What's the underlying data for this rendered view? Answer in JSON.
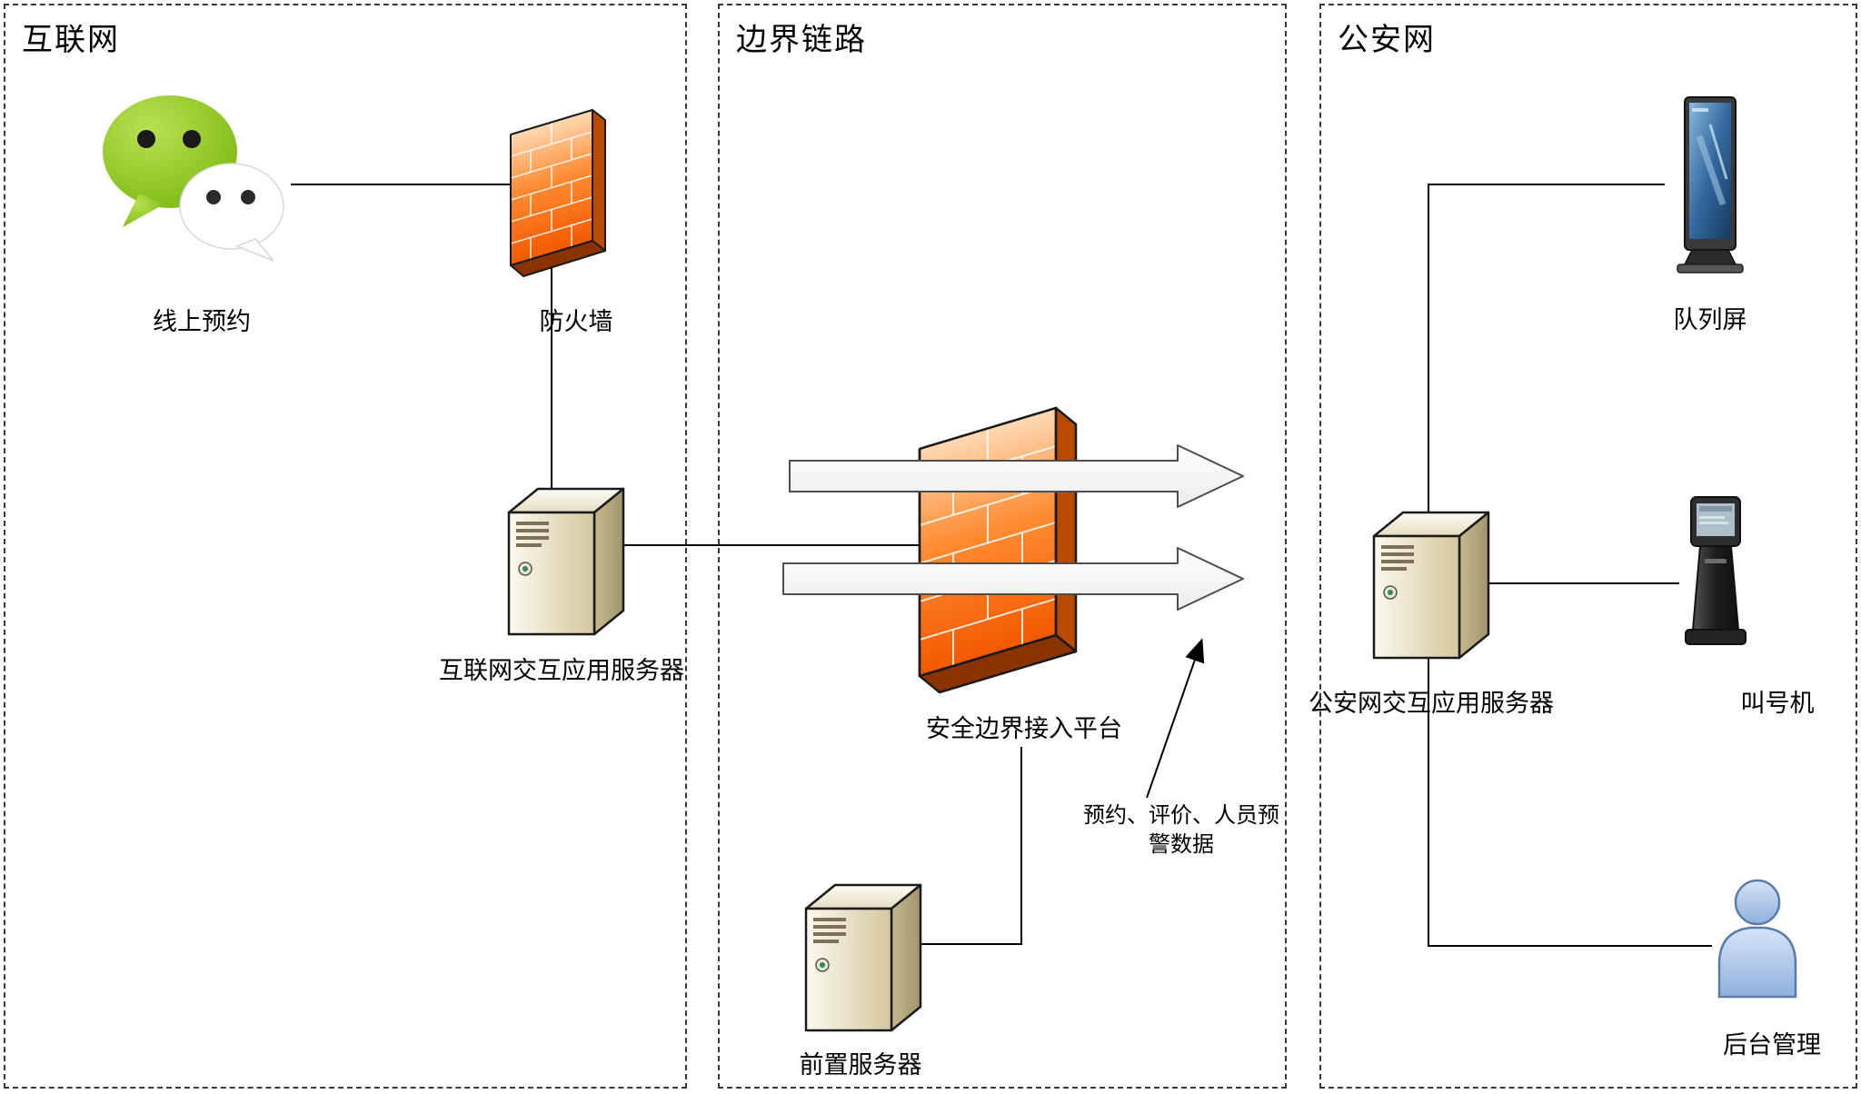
{
  "zones": [
    {
      "id": "internet",
      "title": "互联网"
    },
    {
      "id": "border-link",
      "title": "边界链路"
    },
    {
      "id": "police-net",
      "title": "公安网"
    }
  ],
  "nodes": {
    "wechat": {
      "label": "线上预约",
      "icon": "wechat-icon"
    },
    "firewall": {
      "label": "防火墙",
      "icon": "firewall-icon"
    },
    "internet_server": {
      "label": "互联网交互应用服务器",
      "icon": "server-icon"
    },
    "security_platform": {
      "label": "安全边界接入平台",
      "icon": "firewall-icon"
    },
    "front_server": {
      "label": "前置服务器",
      "icon": "server-icon"
    },
    "queue_screen": {
      "label": "队列屏",
      "icon": "kiosk-screen-icon"
    },
    "police_server": {
      "label": "公安网交互应用服务器",
      "icon": "server-icon"
    },
    "ticket_machine": {
      "label": "叫号机",
      "icon": "ticket-kiosk-icon"
    },
    "backend_admin": {
      "label": "后台管理",
      "icon": "person-icon"
    }
  },
  "annotation": {
    "line1": "预约、评价、人员预",
    "line2": "警数据"
  },
  "colors": {
    "firewall_orange": "#FF6A00",
    "firewall_dark": "#8A3300",
    "wechat_green": "#8CC21E",
    "server_beige": "#E9E0C4",
    "screen_blue": "#2F6CA8",
    "person_blue": "#A9C6EC",
    "line_black": "#000000"
  }
}
